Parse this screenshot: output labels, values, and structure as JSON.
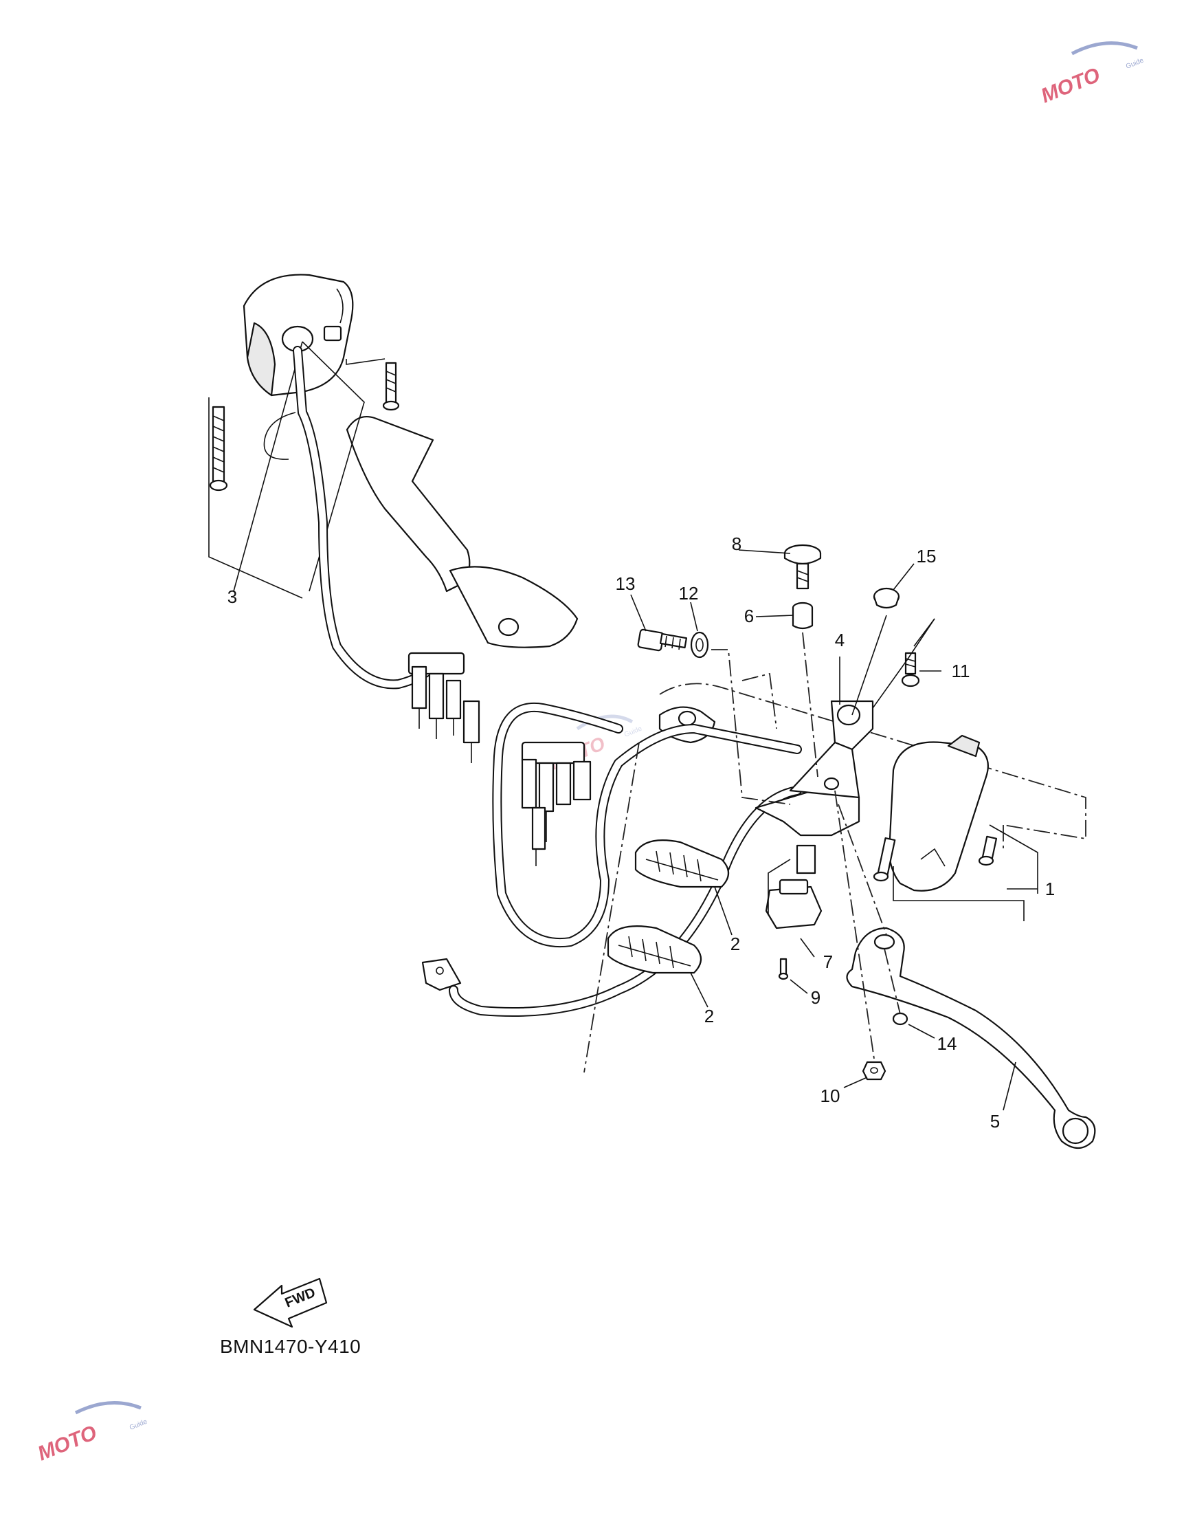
{
  "diagram": {
    "code": "BMN1470-Y410",
    "fwd_label": "FWD",
    "callouts": [
      {
        "id": "c1",
        "label": "1"
      },
      {
        "id": "c2a",
        "label": "2"
      },
      {
        "id": "c2b",
        "label": "2"
      },
      {
        "id": "c3",
        "label": "3"
      },
      {
        "id": "c4",
        "label": "4"
      },
      {
        "id": "c5",
        "label": "5"
      },
      {
        "id": "c6",
        "label": "6"
      },
      {
        "id": "c7",
        "label": "7"
      },
      {
        "id": "c8",
        "label": "8"
      },
      {
        "id": "c9",
        "label": "9"
      },
      {
        "id": "c10",
        "label": "10"
      },
      {
        "id": "c11",
        "label": "11"
      },
      {
        "id": "c12",
        "label": "12"
      },
      {
        "id": "c13",
        "label": "13"
      },
      {
        "id": "c14",
        "label": "14"
      },
      {
        "id": "c15",
        "label": "15"
      }
    ]
  },
  "watermark": {
    "logo_text": "MOTO",
    "sub_text": "Guide"
  },
  "colors": {
    "line": "#111111",
    "background": "#ffffff",
    "watermark_red": "#d94a64",
    "watermark_blue": "#8a98c8"
  }
}
